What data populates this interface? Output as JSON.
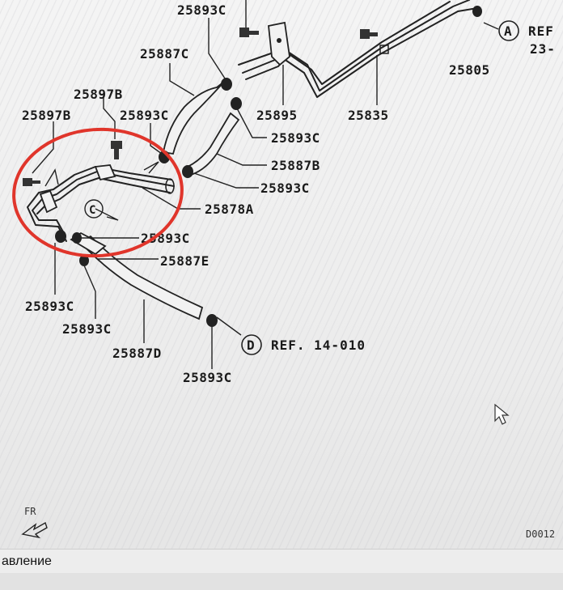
{
  "diagram": {
    "labels": {
      "top_25893c": "25893C",
      "p25887c": "25887C",
      "p25805": "25805",
      "p25897b_top": "25897B",
      "p25897b_left": "25897B",
      "p25893c_a": "25893C",
      "p25895": "25895",
      "p25835": "25835",
      "p25893c_b": "25893C",
      "p25887b": "25887B",
      "p25893c_c": "25893C",
      "p25878a": "25878A",
      "p25893c_d": "25893C",
      "p25887e": "25887E",
      "p25893c_e": "25893C",
      "p25893c_f": "25893C",
      "p25887d": "25887D",
      "p25893c_g": "25893C"
    },
    "refs": {
      "a_letter": "A",
      "a_text": "REF",
      "a_sub": "23-",
      "d_letter": "D",
      "d_text": "REF. 14-010",
      "c_letter": "C"
    },
    "direction": "FR",
    "drawing_code": "D0012"
  },
  "status": {
    "text": "авление"
  },
  "highlight": {
    "color": "#e0352b"
  },
  "cursor": "arrow-cursor-icon"
}
